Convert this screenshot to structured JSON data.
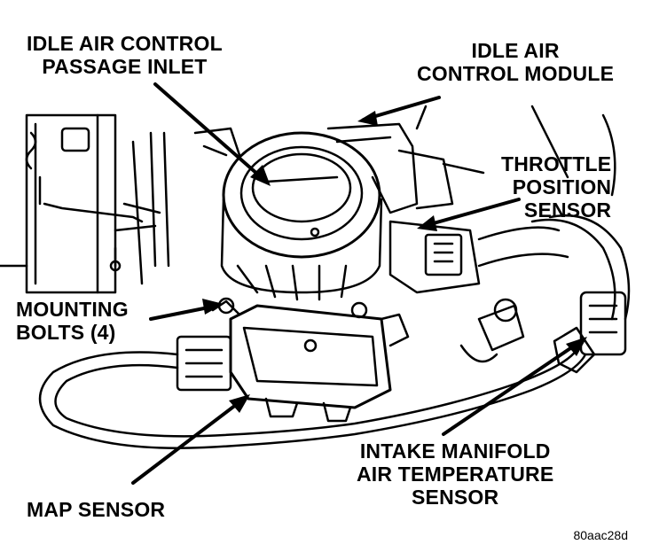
{
  "labels": {
    "iac_passage": [
      "IDLE AIR CONTROL",
      "PASSAGE INLET"
    ],
    "iac_module": [
      "IDLE AIR",
      "CONTROL MODULE"
    ],
    "tps": [
      "THROTTLE",
      "POSITION",
      "SENSOR"
    ],
    "mounting_bolts": [
      "MOUNTING",
      "BOLTS (4)"
    ],
    "iat_sensor": [
      "INTAKE MANIFOLD",
      "AIR TEMPERATURE",
      "SENSOR"
    ],
    "map_sensor": [
      "MAP SENSOR"
    ]
  },
  "figure_code": "80aac28d"
}
